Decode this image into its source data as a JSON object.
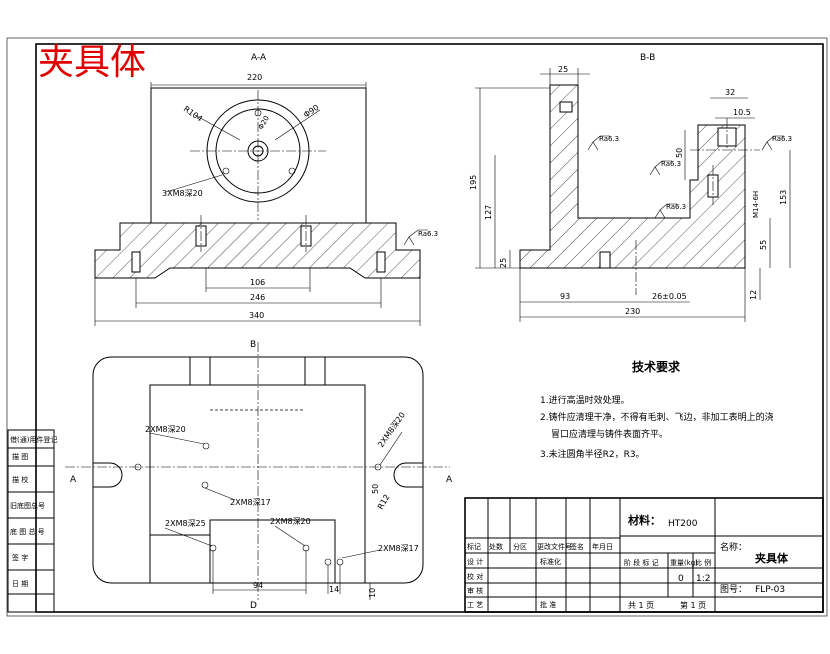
{
  "title": "夹具体",
  "views": {
    "section_aa": "A-A",
    "section_bb": "B-B",
    "marker_a": "A",
    "marker_b": "B",
    "marker_d": "D"
  },
  "dims_aa": {
    "width_top": "220",
    "r104": "R104",
    "d90": "Φ90",
    "d20": "Φ20",
    "holes": "3XM8深20",
    "d106": "106",
    "d246": "246",
    "d340": "340"
  },
  "dims_bb": {
    "d25": "25",
    "d32": "32",
    "d10_5": "10.5",
    "d50": "50",
    "d195": "195",
    "d127": "127",
    "d25b": "25",
    "m14": "M14-6H",
    "d153": "153",
    "d55": "55",
    "d12": "12",
    "d93": "93",
    "d26": "26±0.05",
    "d230": "230"
  },
  "dims_plan": {
    "m8_1": "2XM8深20",
    "m8_2": "2XM8深20",
    "m8_3": "2XM8深17",
    "m8_4": "2XM8深25",
    "m8_5": "2XM8深20",
    "m8_6": "2XM8深17",
    "d50": "50",
    "r12": "R12",
    "d94": "94",
    "d14": "14",
    "d10": "10"
  },
  "tech": {
    "heading": "技术要求",
    "line1": "1.进行高温时效处理。",
    "line2a": "2.铸件应清理干净，不得有毛刺、飞边，非加工表明上的浇",
    "line2b": "冒口应清理与铸件表面齐平。",
    "line3": "3.未注圆角半径R2，R3。"
  },
  "title_block": {
    "material_label": "材料：",
    "material": "HT200",
    "name_label": "名称：",
    "name": "夹具体",
    "scale": "1:2",
    "quantity": "0",
    "drawing_no_label": "图号：",
    "drawing_no": "FLP-03",
    "total_sheets": "共 1 页",
    "sheet": "第 1 页",
    "h_mark": "标记",
    "h_qty": "处数",
    "h_zone": "分区",
    "h_doc": "更改文件号",
    "h_sign": "签名",
    "h_date": "年月日",
    "r_design": "设 计",
    "r_std": "标准化",
    "r_check": "校 对",
    "r_review": "审 核",
    "r_process": "工 艺",
    "r_approve": "批 准",
    "h_stage": "阶 段 标 记",
    "h_weight": "重量(kg)",
    "h_ratio": "比 例"
  },
  "left_strip": {
    "l1": "借(通)用件登记",
    "l2": "描 图",
    "l3": "描 校",
    "l4": "旧底图总号",
    "l5": "底 图 总 号",
    "l6": "签 字",
    "l7": "日 期"
  },
  "roughness": "Ra6.3"
}
